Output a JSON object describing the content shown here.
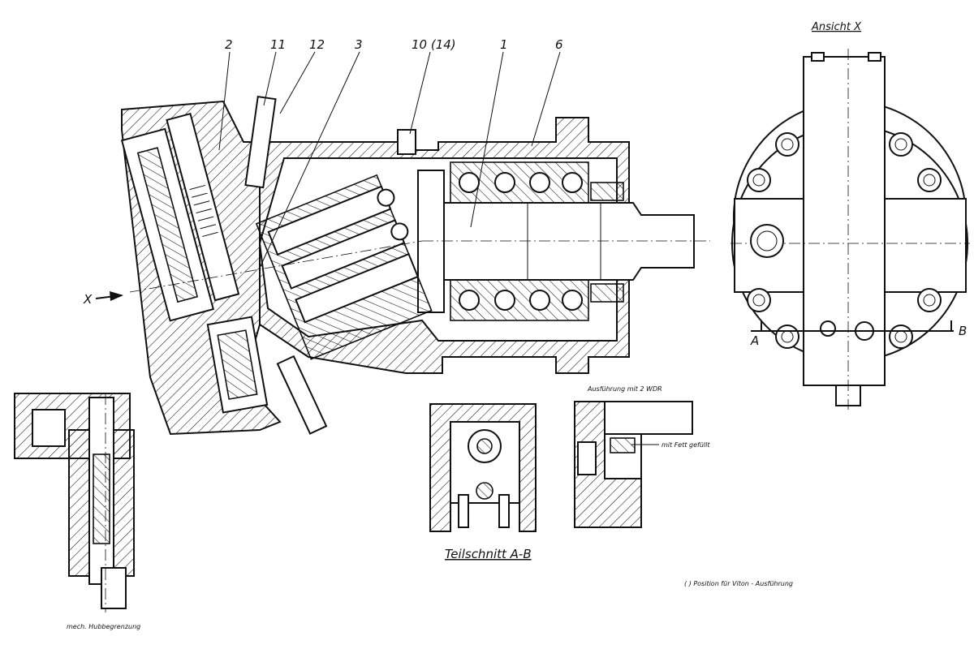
{
  "part_labels": {
    "p2": "2",
    "p11": "11",
    "p12": "12",
    "p3": "3",
    "p10": "10 (14)",
    "p1": "1",
    "p6": "6"
  },
  "view_labels": {
    "ansicht": "Ansicht X",
    "x_arrow": "X",
    "section_a": "A",
    "section_b": "B",
    "teilschnitt": "Teilschnitt A-B"
  },
  "notes": {
    "ausfuehrung": "Ausführung mit 2 WDR",
    "fett": "mit Fett gefüllt",
    "position": "( ) Position   für Viton - Ausführung",
    "hubbegrenzung": "mech. Hubbegrenzung"
  }
}
